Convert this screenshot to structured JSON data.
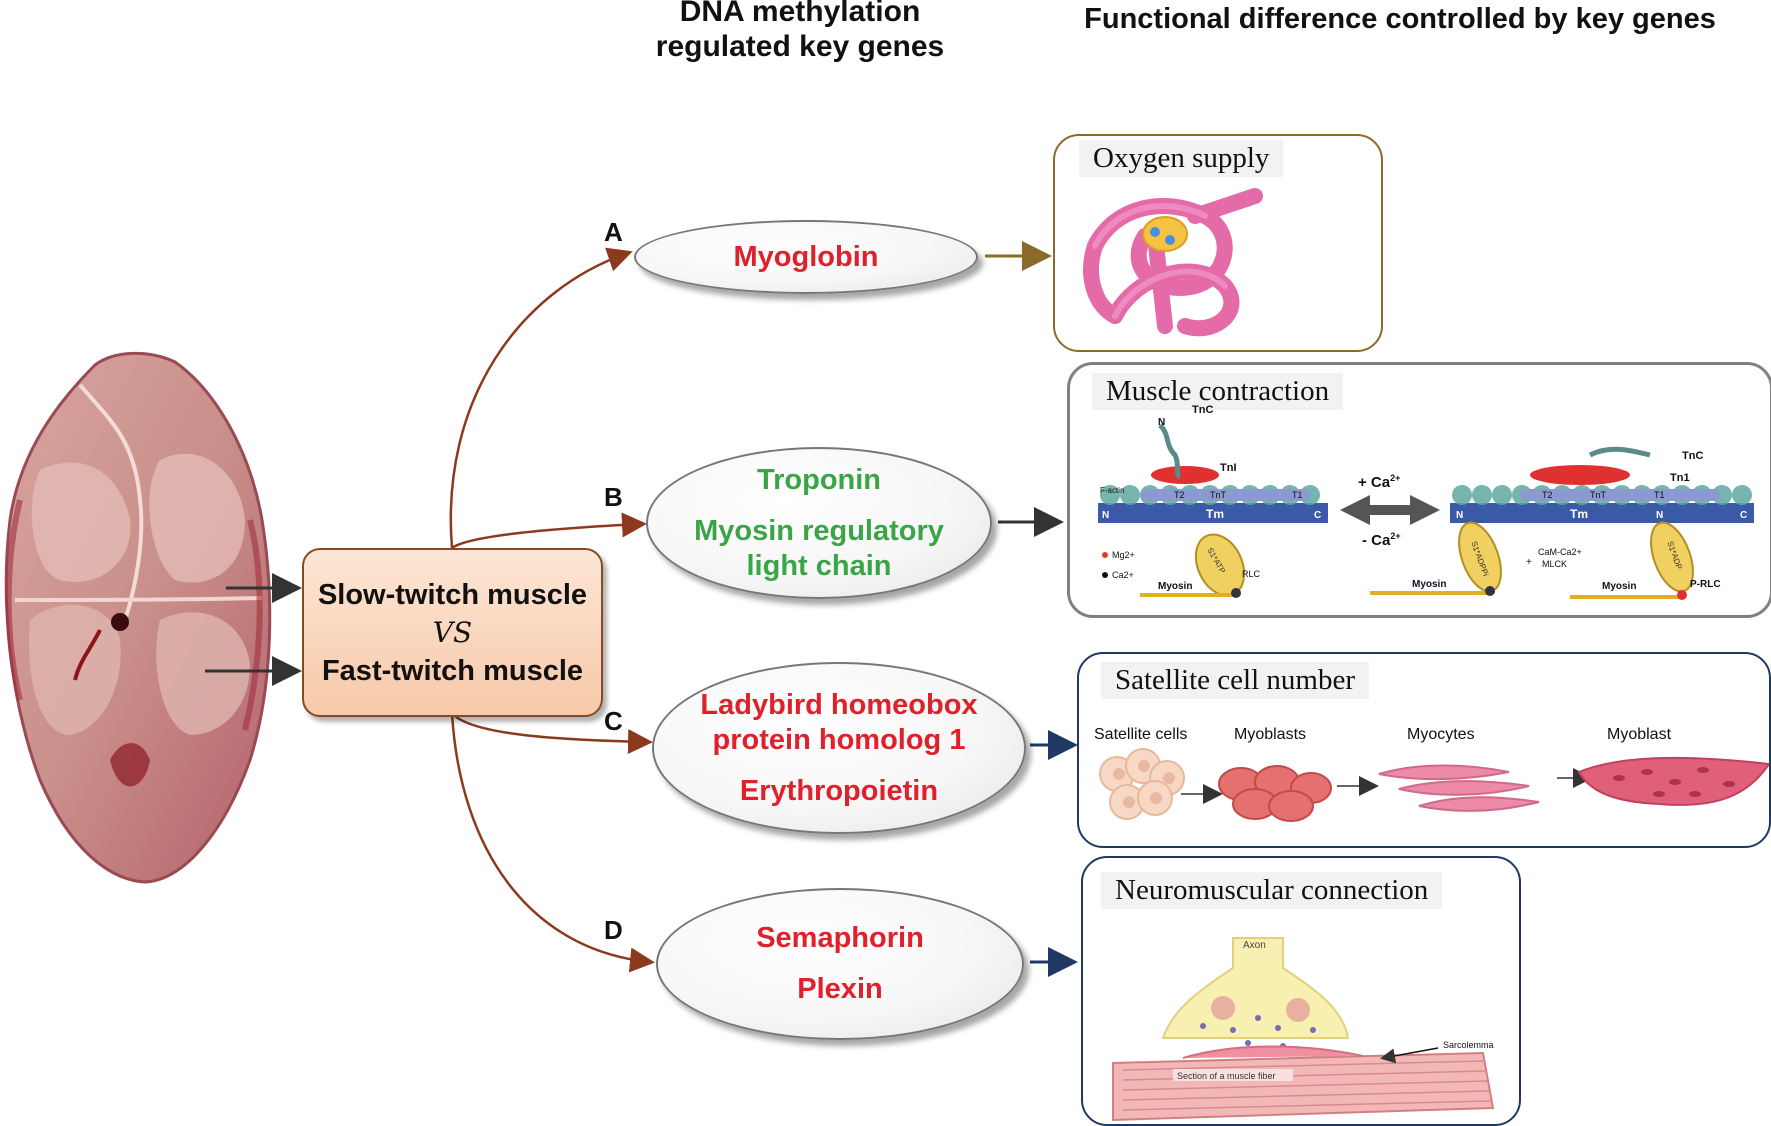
{
  "headers": {
    "genes_line1": "DNA methylation",
    "genes_line2": "regulated key genes",
    "function": "Functional difference controlled by key genes"
  },
  "comparison": {
    "slow": "Slow-twitch muscle",
    "vs": "VS",
    "fast": "Fast-twitch muscle"
  },
  "branches": [
    {
      "letter": "A",
      "genes": [
        "Myoglobin"
      ],
      "panel_title": "Oxygen supply"
    },
    {
      "letter": "B",
      "genes": [
        "Troponin",
        "Myosin regulatory",
        "light chain"
      ],
      "panel_title": "Muscle contraction"
    },
    {
      "letter": "C",
      "genes": [
        "Ladybird homeobox",
        "protein homolog 1",
        "Erythropoietin"
      ],
      "panel_title": "Satellite cell number"
    },
    {
      "letter": "D",
      "genes": [
        "Semaphorin",
        "Plexin"
      ],
      "panel_title": "Neuromuscular connection"
    }
  ],
  "contraction_labels": {
    "tnc": "TnC",
    "tni": "TnI",
    "tn1": "Tn1",
    "tnt": "TnT",
    "tm": "Tm",
    "n": "N",
    "c": "C",
    "t1": "T1",
    "t2": "T2",
    "factin": "F-actin",
    "mg": "Mg2+",
    "ca": "Ca2+",
    "myosin": "Myosin",
    "rlc": "RLC",
    "prlc": "P-RLC",
    "s1_atp": "S1*ATP",
    "s1_adppi": "S1*ADPPi",
    "s1_adp": "S1*ADP",
    "plus_ca": "+ Ca",
    "minus_ca": "- Ca",
    "sup": "2+",
    "cam": "CaM-Ca2+",
    "mlck": "MLCK",
    "plus": "+"
  },
  "satellite_labels": [
    "Satellite cells",
    "Myoblasts",
    "Myocytes",
    "Myoblast"
  ],
  "neuro_labels": {
    "axon": "Axon",
    "sarcolemma": "Sarcolemma",
    "section": "Section of a muscle fiber"
  },
  "colors": {
    "red_gene": "#e0202a",
    "green_gene": "#3aa547",
    "brown_arrow": "#8b3a1e",
    "box_fill": "#f9d6bf",
    "panel_a_border": "#8b6a2a",
    "panel_b_border": "#808080",
    "panel_cd_border": "#1f3864"
  }
}
